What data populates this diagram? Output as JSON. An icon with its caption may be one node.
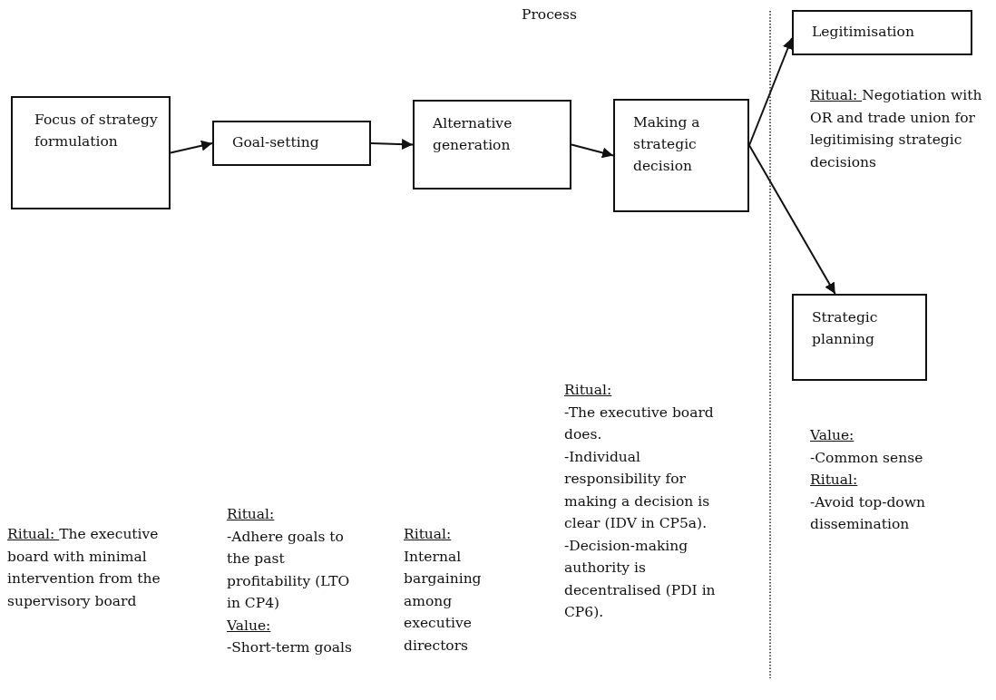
{
  "diagram": {
    "nodes": [
      {
        "text": [
          "Focus of strategy formulation"
        ]
      },
      {
        "text": [
          "Goal-setting"
        ]
      },
      {
        "text": [
          "Alternative generation"
        ]
      },
      {
        "text": [
          "Making a strategic decision"
        ]
      },
      {
        "text": [
          "Legitimisation"
        ]
      },
      {
        "text": [
          "Strategic planning"
        ]
      }
    ],
    "edges": [
      {
        "from": 0,
        "to": 1,
        "arrow": "to"
      },
      {
        "from": 1,
        "to": 2,
        "arrow": "to"
      },
      {
        "from": 2,
        "to": 3,
        "arrow": "to"
      },
      {
        "from": 3,
        "to": 4,
        "arrow": "to"
      },
      {
        "from": 3,
        "to": 5,
        "arrow": "to"
      }
    ],
    "labels": [
      "Process",
      "Ritual:",
      "Negotiation with OR and trade union for legitimising strategic decisions",
      "Ritual:",
      "-The executive board does.",
      "-Individual responsibility for making a decision is clear (IDV in CP5a).",
      "-Decision-making authority is decentralised (PDI in CP6).",
      "Value:",
      "-Common sense",
      "Ritual:",
      "-Avoid top-down dissemination",
      "Ritual:",
      "The executive board with minimal intervention from the supervisory board",
      "Ritual:",
      "-Adhere goals to the past profitability (LTO in CP4)",
      "Value:",
      "-Short-term goals",
      "Ritual:",
      "Internal bargaining among executive directors"
    ]
  }
}
